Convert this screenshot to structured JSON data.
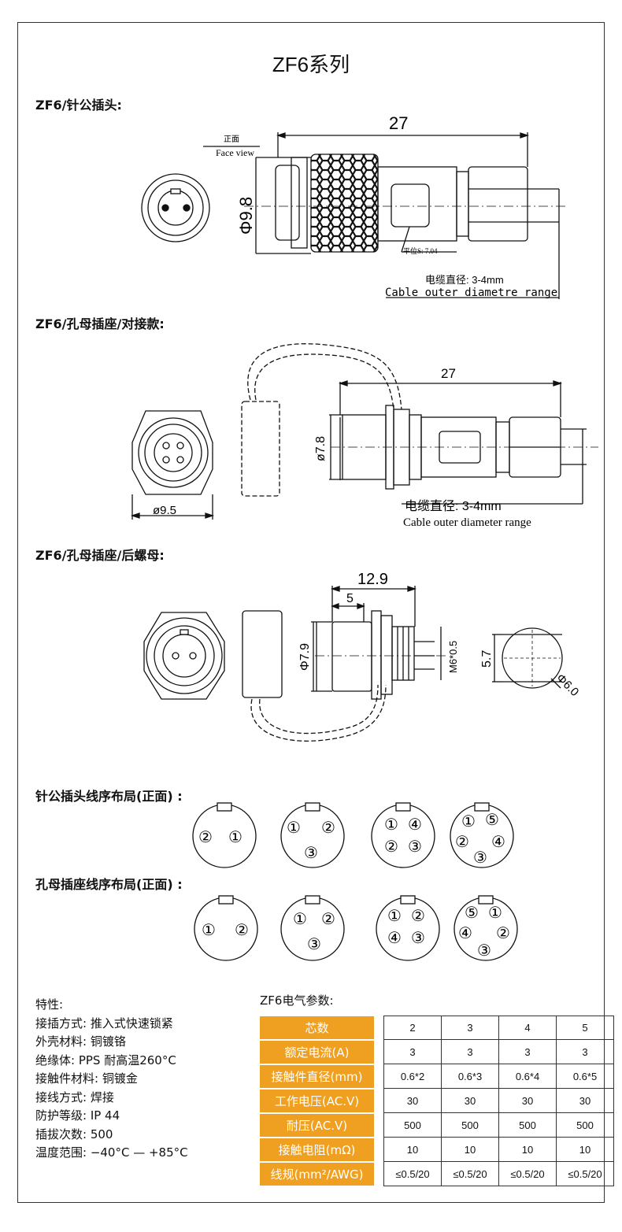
{
  "title": "ZF6系列",
  "sections": {
    "plug": "ZF6/针公插头:",
    "socket_docking": "ZF6/孔母插座/对接款:",
    "socket_rear_nut": "ZF6/孔母插座/后螺母:",
    "male_layout": "针公插头线序布局(正面) :",
    "female_layout": "孔母插座线序布局(正面) :"
  },
  "drawing1": {
    "length": "27",
    "diameter": "Φ9.8",
    "face_cn": "正面",
    "face_en": "Face view",
    "flat": "平位S: 7.04",
    "cable_cn": "电缆直径: 3-4mm",
    "cable_en": "Cable outer diametre range"
  },
  "drawing2": {
    "length": "27",
    "diameter": "ø7.8",
    "panel": "ø9.5",
    "cable_cn": "电缆直径: 3-4mm",
    "cable_en": "Cable outer diameter range"
  },
  "drawing3": {
    "length": "12.9",
    "short": "5",
    "diameter": "Φ7.9",
    "thread": "M6*0.5",
    "flat": "5.7",
    "hole": "Φ6.0"
  },
  "pins": {
    "male": [
      [
        "②",
        "①"
      ],
      [
        "①",
        "②",
        "③"
      ],
      [
        "①",
        "④",
        "②",
        "③"
      ],
      [
        "①",
        "⑤",
        "②",
        "④",
        "③"
      ]
    ],
    "female": [
      [
        "①",
        "②"
      ],
      [
        "①",
        "②",
        "③"
      ],
      [
        "①",
        "②",
        "④",
        "③"
      ],
      [
        "⑤",
        "①",
        "④",
        "②",
        "③"
      ]
    ]
  },
  "features": {
    "heading": "特性:",
    "items": [
      "接插方式: 推入式快速锁紧",
      "外壳材料: 铜镀铬",
      "绝缘体: PPS  耐高温260°C",
      "接触件材料: 铜镀金",
      "接线方式: 焊接",
      "防护等级: IP 44",
      "插拔次数: 500",
      "温度范围: −40°C  — +85°C"
    ]
  },
  "params": {
    "title": "ZF6电气参数:",
    "rows": [
      {
        "label": "芯数",
        "values": [
          "2",
          "3",
          "4",
          "5"
        ]
      },
      {
        "label": "额定电流(A)",
        "values": [
          "3",
          "3",
          "3",
          "3"
        ]
      },
      {
        "label": "接触件直径(mm)",
        "values": [
          "0.6*2",
          "0.6*3",
          "0.6*4",
          "0.6*5"
        ]
      },
      {
        "label": "工作电压(AC.V)",
        "values": [
          "30",
          "30",
          "30",
          "30"
        ]
      },
      {
        "label": "耐压(AC.V)",
        "values": [
          "500",
          "500",
          "500",
          "500"
        ]
      },
      {
        "label": "接触电阻(mΩ)",
        "values": [
          "10",
          "10",
          "10",
          "10"
        ]
      },
      {
        "label": "线规(mm²/AWG)",
        "values": [
          "≤0.5/20",
          "≤0.5/20",
          "≤0.5/20",
          "≤0.5/20"
        ]
      }
    ]
  }
}
